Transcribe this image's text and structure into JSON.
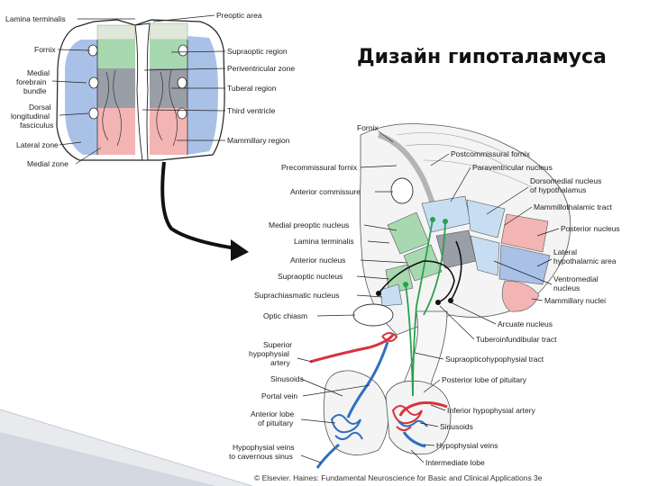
{
  "slide": {
    "title": "Дизайн гипоталамуса",
    "credit": "© Elsevier. Haines: Fundamental Neuroscience for Basic and Clinical Applications 3e"
  },
  "coronal_section": {
    "left_labels": [
      "Lamina terminalis",
      "Fornix",
      "Medial",
      "forebrain",
      "bundle",
      "Dorsal",
      "longitudinal",
      "fasciculus",
      "Lateral zone",
      "Medial zone"
    ],
    "right_labels": [
      "Preoptic area",
      "Supraoptic region",
      "Periventricular zone",
      "Tuberal region",
      "Third ventricle",
      "Mammillary region"
    ]
  },
  "sagittal_section": {
    "left_labels": [
      "Fornix",
      "Precommissural fornix",
      "Anterior commissure",
      "Medial preoptic nucleus",
      "Lamina terminalis",
      "Anterior nucleus",
      "Supraoptic nucleus",
      "Suprachiasmatic nucleus",
      "Optic chiasm",
      "Superior",
      "hypophysial",
      "artery",
      "Sinusoids",
      "Portal vein",
      "Anterior lobe",
      "of pituitary",
      "Hypophysial veins",
      "to cavernous sinus"
    ],
    "right_labels": [
      "Postcommissural fornix",
      "Paraventricular nucleus",
      "Dorsomedial nucleus",
      "of hypothalamus",
      "Mammillothalamic tract",
      "Posterior nucleus",
      "Lateral",
      "hypothalamic area",
      "Ventromedial",
      "nucleus",
      "Mammillary nuclei",
      "Arcuate nucleus",
      "Tuberoinfundibular tract",
      "Supraopticohypophysial tract",
      "Posterior lobe of pituitary",
      "Inferior hypophysial artery",
      "Sinusoids",
      "Hypophysial veins",
      "Intermediate lobe"
    ]
  },
  "colors": {
    "zone_blue": "#a9c1e6",
    "zone_green": "#a8d8b0",
    "zone_gray": "#9a9ea6",
    "zone_pink": "#f3b4b4",
    "artery_red": "#d8323c",
    "vein_blue": "#2e6fc0",
    "tract_green": "#2aa050",
    "nucleus_lightblue": "#c7ddf2"
  }
}
